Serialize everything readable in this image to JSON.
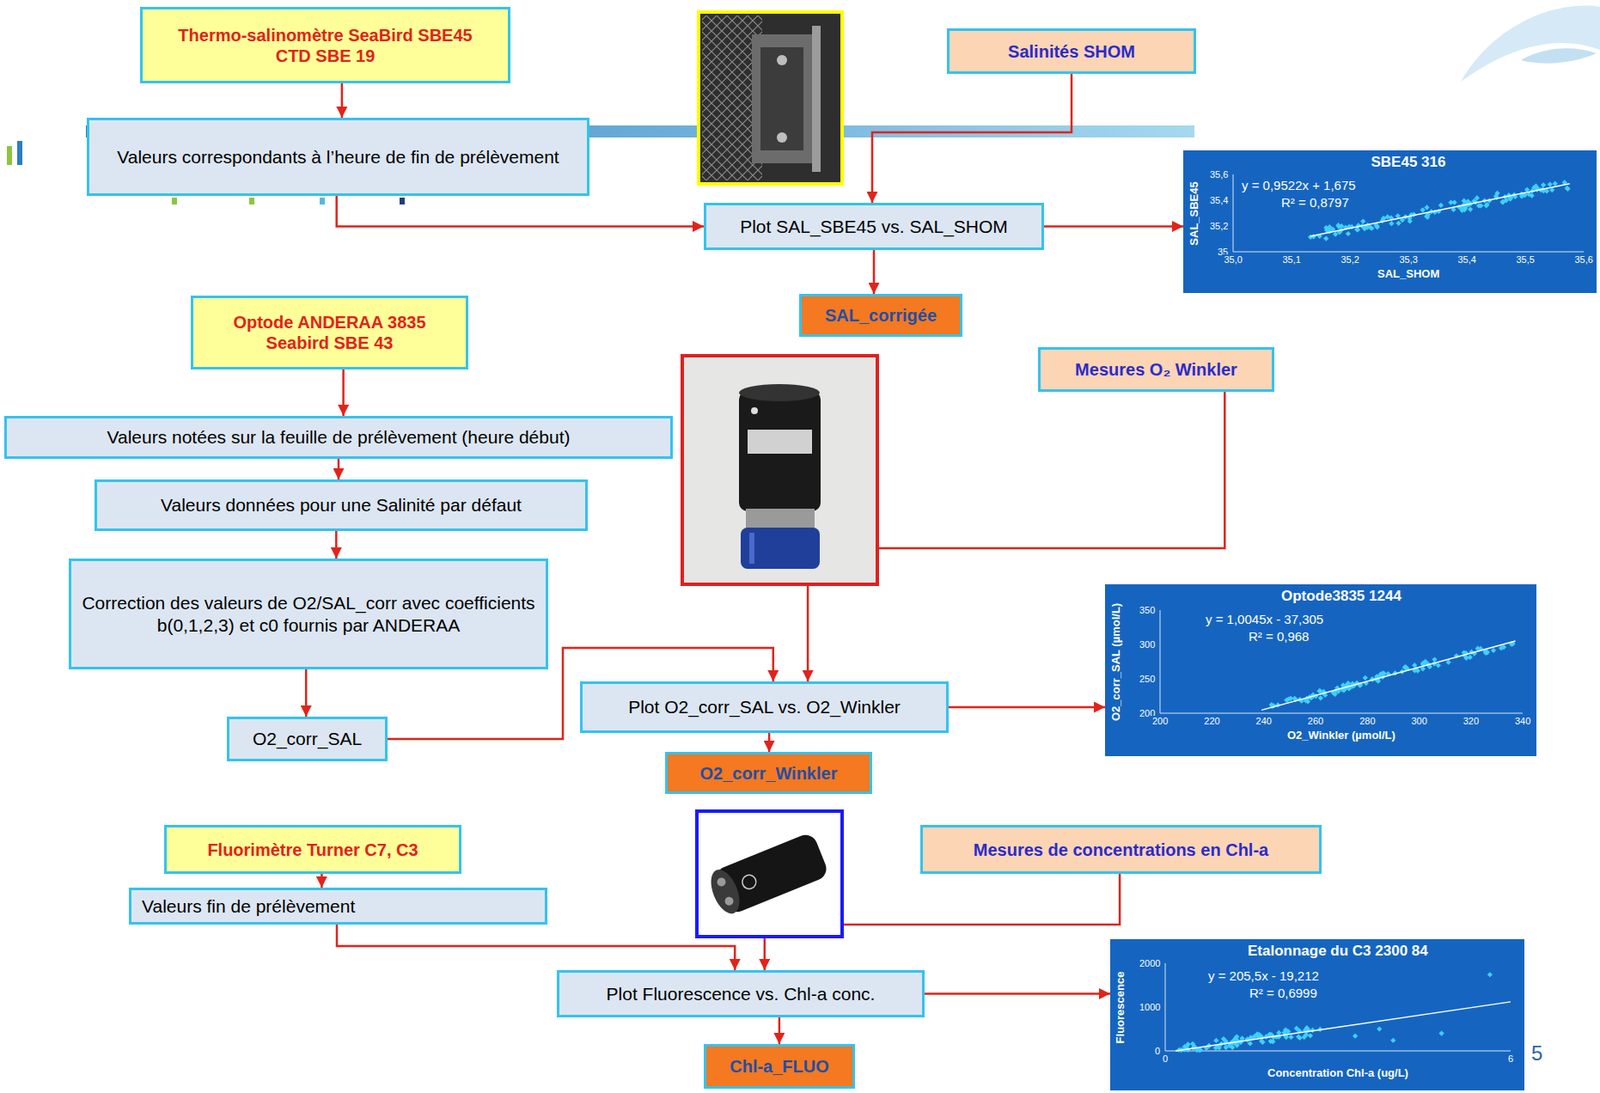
{
  "diagram": {
    "nodes": [
      {
        "text": [
          "Thermo-salinomètre SeaBird SBE45",
          "CTD SBE 19"
        ]
      },
      {
        "text": [
          "Valeurs correspondants à l’heure de fin de prélèvement"
        ]
      },
      {
        "text": [
          "Salinités SHOM"
        ]
      },
      {
        "text": [
          "Plot SAL_SBE45 vs. SAL_SHOM"
        ]
      },
      {
        "text": [
          "SBE45 316",
          "y = 0,9522x + 1,675",
          "R² = 0,8797",
          "SAL_SBE45",
          "SAL_SHOM",
          "35,6",
          "35,4",
          "35,2",
          "35",
          "35,0",
          "35,1",
          "35,2",
          "35,3",
          "35,4",
          "35,5",
          "35,6"
        ]
      },
      {
        "text": [
          "SAL_corrigée"
        ]
      },
      {
        "text": [
          "Optode ANDERAA 3835",
          "Seabird SBE 43"
        ]
      },
      {
        "text": [
          "Valeurs notées sur la feuille de prélèvement (heure début)"
        ]
      },
      {
        "text": [
          "Valeurs données pour une Salinité par défaut"
        ]
      },
      {
        "text": [
          "Correction des valeurs de O2/SAL_corr avec coefficients b(0,1,2,3) et c0 fournis par ANDERAA"
        ]
      },
      {
        "text": [
          "Mesures O₂ Winkler"
        ]
      },
      {
        "text": [
          "O2_corr_SAL"
        ]
      },
      {
        "text": [
          "Plot O2_corr_SAL vs. O2_Winkler"
        ]
      },
      {
        "text": [
          "Optode3835 1244",
          "y = 1,0045x - 37,305",
          "R² = 0,968",
          "O2_corr_SAL (µmol/L)",
          "O2_Winkler (µmol/L)",
          "350",
          "300",
          "250",
          "200",
          "200",
          "220",
          "240",
          "260",
          "280",
          "300",
          "320",
          "340"
        ]
      },
      {
        "text": [
          "O2_corr_Winkler"
        ]
      },
      {
        "text": [
          "Fluorimètre Turner C7, C3"
        ]
      },
      {
        "text": [
          "Mesures de concentrations en Chl-a"
        ]
      },
      {
        "text": [
          "Valeurs fin de prélèvement"
        ]
      },
      {
        "text": [
          "Plot Fluorescence vs. Chl-a conc."
        ]
      },
      {
        "text": [
          "Etalonnage du C3 2300 84",
          "y = 205,5x - 19,212",
          "R² = 0,6999",
          "Fluorescence",
          "Concentration Chl-a (ug/L)",
          "2000",
          "1000",
          "0",
          "0",
          "6"
        ]
      },
      {
        "text": [
          "Chl-a_FLUO"
        ]
      }
    ],
    "edges": [
      {
        "from": 0,
        "to": 1,
        "arrow": "to"
      },
      {
        "from": 1,
        "to": 3,
        "arrow": "to"
      },
      {
        "from": 2,
        "to": 3,
        "arrow": "to"
      },
      {
        "from": 3,
        "to": 4,
        "arrow": "to"
      },
      {
        "from": 3,
        "to": 5,
        "arrow": "to"
      },
      {
        "from": 6,
        "to": 7,
        "arrow": "to"
      },
      {
        "from": 7,
        "to": 8,
        "arrow": "to"
      },
      {
        "from": 8,
        "to": 9,
        "arrow": "to"
      },
      {
        "from": 9,
        "to": 11,
        "arrow": "to"
      },
      {
        "from": 11,
        "to": 12,
        "arrow": "to"
      },
      {
        "from": 10,
        "to": 12,
        "arrow": "to"
      },
      {
        "from": 12,
        "to": 13,
        "arrow": "to"
      },
      {
        "from": 12,
        "to": 14,
        "arrow": "to"
      },
      {
        "from": 15,
        "to": 17,
        "arrow": "to"
      },
      {
        "from": 17,
        "to": 18,
        "arrow": "to"
      },
      {
        "from": 16,
        "to": 18,
        "arrow": "to"
      },
      {
        "from": 18,
        "to": 19,
        "arrow": "to"
      },
      {
        "from": 18,
        "to": 20,
        "arrow": "to"
      }
    ],
    "labels": [
      "5"
    ]
  }
}
